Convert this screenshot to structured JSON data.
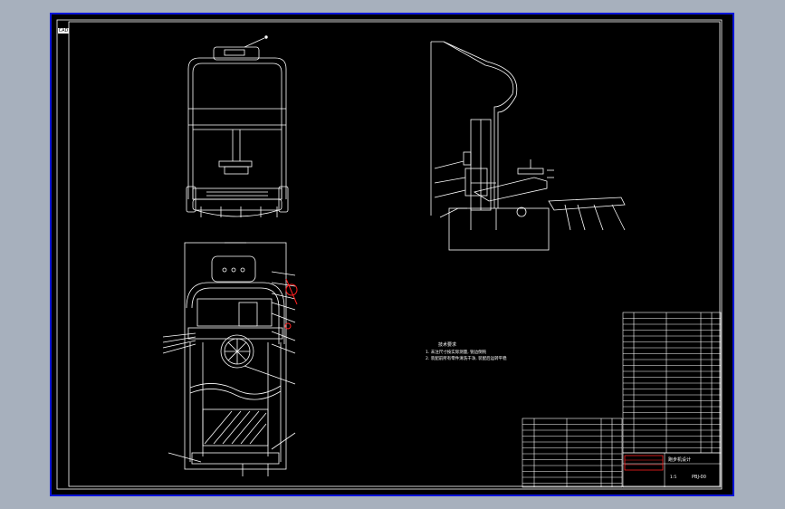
{
  "window": {
    "corner_tag": "CAD",
    "background_color": "#a7b0bd",
    "frame_color": "#0a14d8",
    "line_color": "#ffffff",
    "accent_color": "#ff2020"
  },
  "drawing": {
    "notes": {
      "heading": "技术要求",
      "line1": "1. 未注尺寸按实际测量, 锐边倒钝",
      "line2": "2. 装配前所有零件清洗干净, 装配后运转平稳"
    },
    "title_block": {
      "drawing_name": "跑步机设计",
      "drawing_no": "PBJ-00",
      "scale": "1:5"
    }
  }
}
